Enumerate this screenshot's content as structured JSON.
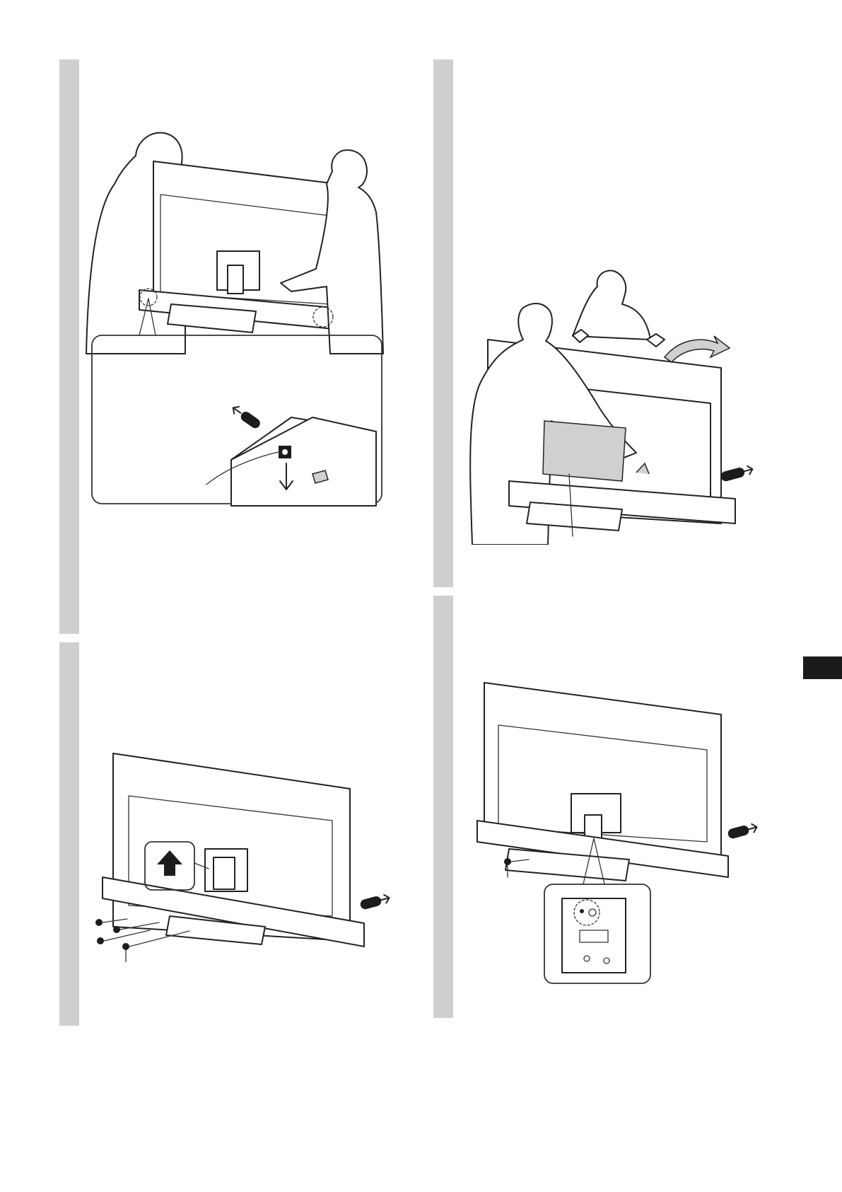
{
  "page": {
    "background": "#ffffff",
    "step_bar_color": "#cfcfcf",
    "language_tab_color": "#1a1a1a"
  },
  "steps": [
    {
      "id": "step-1",
      "figure": "two-people-lowering-tv-onto-stand",
      "callout": "stand-hook-detail"
    },
    {
      "id": "step-2",
      "figure": "two-people-tilting-tv-back",
      "callout": null
    },
    {
      "id": "step-3",
      "figure": "tv-rear-with-screws",
      "callout": "up-arrow-detail"
    },
    {
      "id": "step-4",
      "figure": "tv-rear-single-screw",
      "callout": "bracket-hole-detail"
    }
  ],
  "icons": [
    "front-arrow-icon",
    "up-arrow-icon",
    "screw-icon"
  ]
}
